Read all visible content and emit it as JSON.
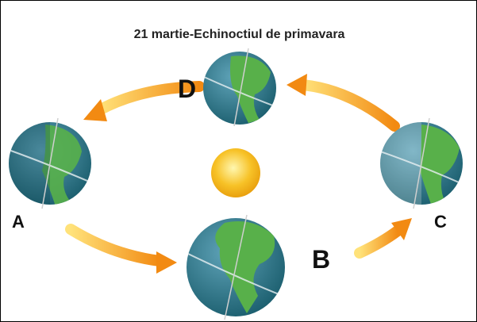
{
  "title": "21 martie-Echinoctiul de primavara",
  "positions": {
    "A": "A",
    "B": "B",
    "C": "C",
    "D": "D"
  },
  "colors": {
    "sun": "#f7c227",
    "arrow": "#f7a41c",
    "ocean": "#1f6a7a",
    "land": "#58b04a",
    "night_shade": "#0c3b47"
  }
}
